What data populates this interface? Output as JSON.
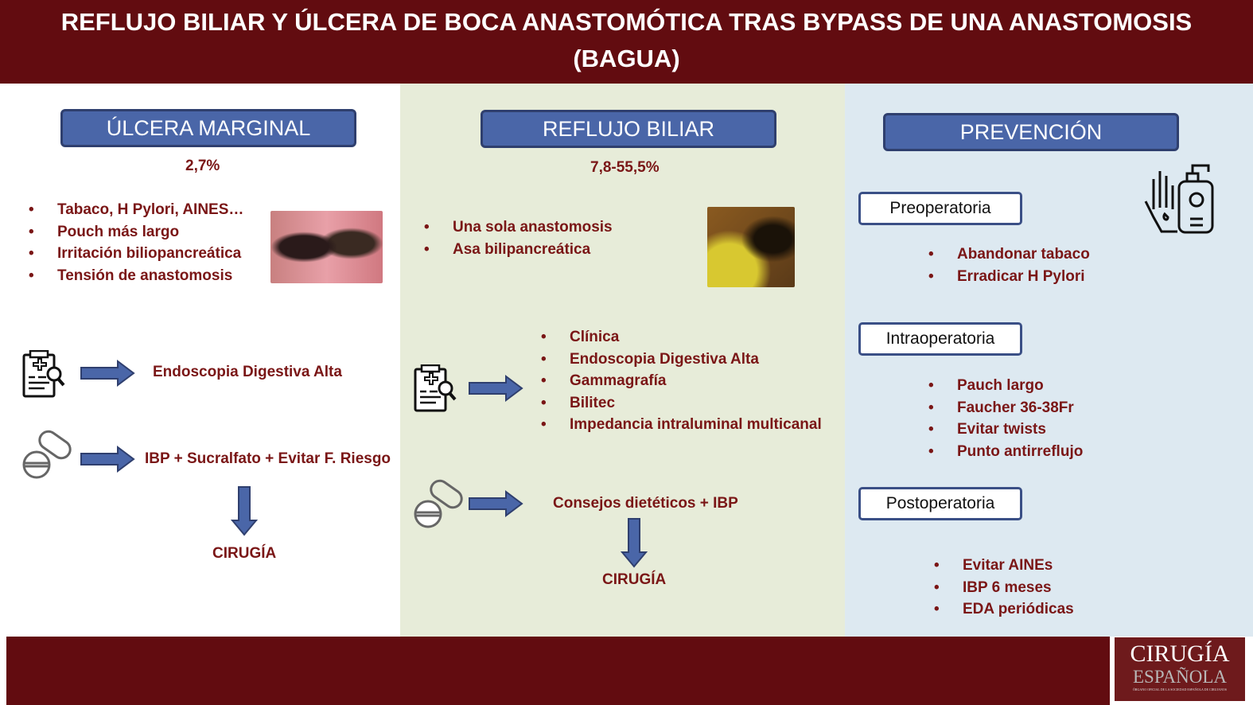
{
  "title": {
    "line1": "REFLUJO BILIAR Y ÚLCERA DE BOCA ANASTOMÓTICA TRAS BYPASS DE UNA ANASTOMOSIS",
    "line2": "(BAGUA)"
  },
  "ulcera": {
    "heading": "ÚLCERA MARGINAL",
    "rate": "2,7%",
    "risks": [
      "Tabaco, H Pylori, AINES…",
      "Pouch más largo",
      "Irritación biliopancreática",
      "Tensión de anastomosis"
    ],
    "diagnosis": "Endoscopia Digestiva Alta",
    "treatment": "IBP + Sucralfato + Evitar F. Riesgo",
    "surgery": "CIRUGÍA"
  },
  "reflujo": {
    "heading": "REFLUJO BILIAR",
    "rate": "7,8-55,5%",
    "risks": [
      "Una sola anastomosis",
      "Asa bilipancreática"
    ],
    "diagnosis": [
      "Clínica",
      "Endoscopia Digestiva Alta",
      "Gammagrafía",
      "Bilitec",
      "Impedancia intraluminal multicanal"
    ],
    "treatment": "Consejos dietéticos + IBP",
    "surgery": "CIRUGÍA"
  },
  "prevencion": {
    "heading": "PREVENCIÓN",
    "stages": [
      {
        "label": "Preoperatoria",
        "items": [
          "Abandonar tabaco",
          "Erradicar H Pylori"
        ]
      },
      {
        "label": "Intraoperatoria",
        "items": [
          "Pauch largo",
          "Faucher 36-38Fr",
          "Evitar twists",
          "Punto antirreflujo"
        ]
      },
      {
        "label": "Postoperatoria",
        "items": [
          "Evitar AINEs",
          "IBP 6 meses",
          "EDA periódicas"
        ]
      }
    ]
  },
  "logo": {
    "line1": "CIRUGÍA",
    "line2": "ESPAÑOLA",
    "line3": "ÓRGANO OFICIAL DE LA SOCIEDAD ESPAÑOLA DE CIRUJANOS"
  },
  "colors": {
    "header": "#620c10",
    "text": "#7a1616",
    "pill": "#4a66a8",
    "middle_bg": "#e7ecd9",
    "right_bg": "#dde9f1"
  }
}
